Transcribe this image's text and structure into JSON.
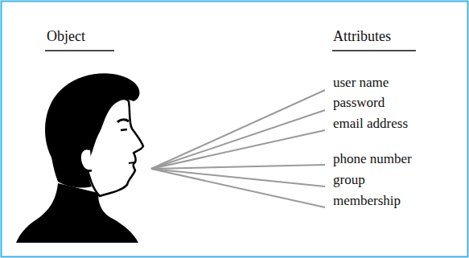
{
  "diagram": {
    "labels": [
      "Object",
      "Attributes",
      "user name",
      "password",
      "email address",
      "phone number",
      "group",
      "membership"
    ]
  }
}
